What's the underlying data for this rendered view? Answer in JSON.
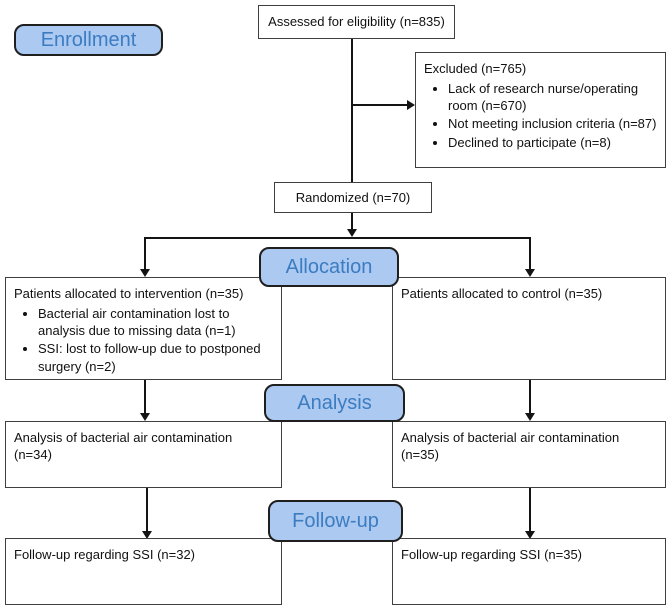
{
  "diagram": {
    "stage_labels": {
      "enrollment": "Enrollment",
      "allocation": "Allocation",
      "analysis": "Analysis",
      "followup": "Follow-up"
    },
    "boxes": {
      "assessed": "Assessed for eligibility (n=835)",
      "excluded": {
        "title": "Excluded (n=765)",
        "bullets": [
          "Lack of research nurse/operating room (n=670)",
          "Not meeting inclusion criteria (n=87)",
          "Declined to participate (n=8)"
        ]
      },
      "randomized": "Randomized (n=70)",
      "allocation_left": {
        "title": "Patients allocated to intervention (n=35)",
        "bullets": [
          "Bacterial air contamination lost to analysis due to missing data (n=1)",
          "SSI: lost to follow-up due to postponed surgery (n=2)"
        ]
      },
      "allocation_right": {
        "title": "Patients allocated to control (n=35)"
      },
      "analysis_left": "Analysis of bacterial air contamination (n=34)",
      "analysis_right": "Analysis of bacterial air contamination (n=35)",
      "followup_left": "Follow-up regarding SSI (n=32)",
      "followup_right": "Follow-up regarding SSI (n=35)"
    },
    "colors": {
      "stage_label_fill": "#abc9f1",
      "stage_label_border": "#1f1f1f",
      "stage_label_text": "#3c7cc1",
      "box_border": "#3f3f3f",
      "connector_line": "#141414",
      "background": "#ffffff"
    }
  }
}
